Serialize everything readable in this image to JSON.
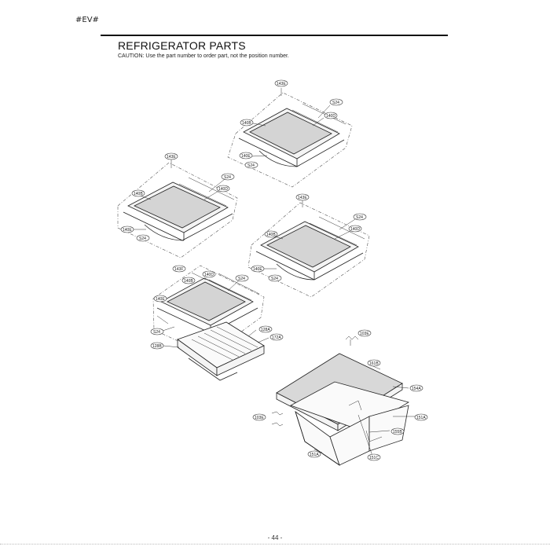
{
  "header": {
    "page_tag": "#EV#",
    "title": "REFRIGERATOR PARTS",
    "caution": "CAUTION: Use the part number to order part, not the position number."
  },
  "footer": {
    "page_number": "- 44 -"
  },
  "callouts": {
    "s1_group": "143E",
    "s1_screw": "S24",
    "s1_bracket": "140D",
    "s1_frame": "140B",
    "s1_glass": "140E",
    "s1_screw2": "S24",
    "s2_group": "143E",
    "s2_screw": "S24",
    "s2_bracket": "140D",
    "s2_frame": "140B",
    "s2_glass": "140E",
    "s2_screw2": "S24",
    "s3_group": "143E",
    "s3_screw": "S24",
    "s3_bracket": "140D",
    "s3_frame": "140B",
    "s3_glass": "140E",
    "s3_screw2": "S24",
    "s4_group": "143F",
    "s4_bracket": "140D",
    "s4_frame": "140B",
    "s4_screw": "S24",
    "s4_glass": "140E",
    "s4_screw2": "S24",
    "s4_rail": "128A",
    "s4_cover": "172A",
    "s4_drawer": "128B",
    "c_wire": "103E",
    "c_cover": "161B",
    "c_glass": "154A",
    "c_wire2": "103E",
    "c_drawer_r": "151A",
    "c_divider": "155B",
    "c_drawer_l": "151A",
    "c_handle": "151C"
  }
}
